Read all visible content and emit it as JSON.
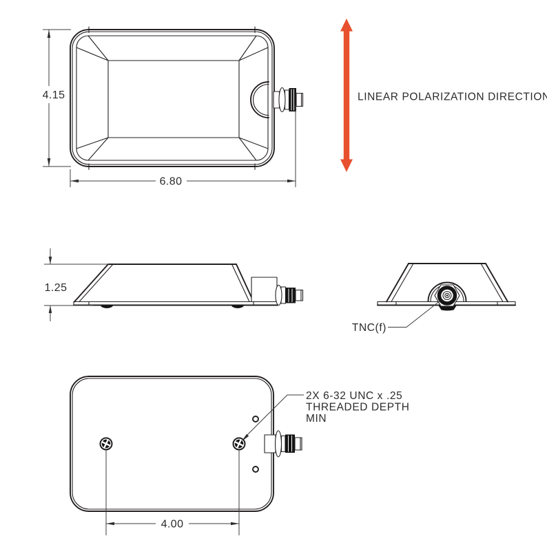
{
  "drawing": {
    "top_view": {
      "height_dim": "4.15",
      "width_dim": "6.80"
    },
    "polarization": {
      "label": "LINEAR POLARIZATION DIRECTION",
      "arrow_color": "#E8512F"
    },
    "side_view": {
      "height_dim": "1.25"
    },
    "end_view": {
      "connector_label": "TNC(f)"
    },
    "bottom_view": {
      "thread_note": [
        "2X 6-32 UNC x .25",
        "THREADED DEPTH",
        "MIN"
      ],
      "hole_spacing_dim": "4.00"
    }
  },
  "colors": {
    "line": "#231F20",
    "dim_line": "#3D3D3D",
    "text": "#2B2B2B",
    "background": "#FFFFFF"
  }
}
